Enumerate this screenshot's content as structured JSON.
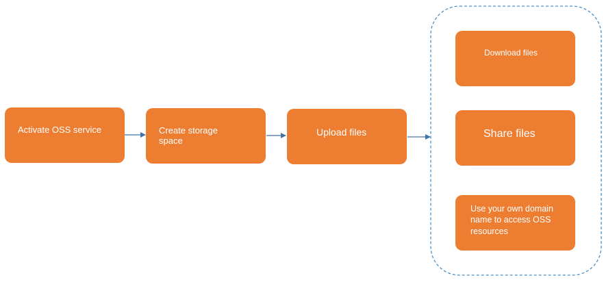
{
  "diagram": {
    "steps": [
      {
        "id": "activate",
        "label": "Activate OSS service"
      },
      {
        "id": "create",
        "label": "Create storage space"
      },
      {
        "id": "upload",
        "label": "Upload files"
      }
    ],
    "group": {
      "items": [
        {
          "id": "download",
          "label": "Download files"
        },
        {
          "id": "share",
          "label": "Share files"
        },
        {
          "id": "domain",
          "label": "Use your own domain name to access OSS resources"
        }
      ]
    },
    "colors": {
      "box_fill": "#ED7D31",
      "box_text": "#FFFFFF",
      "arrow": "#4472A8",
      "group_border": "#4A90C8"
    }
  }
}
